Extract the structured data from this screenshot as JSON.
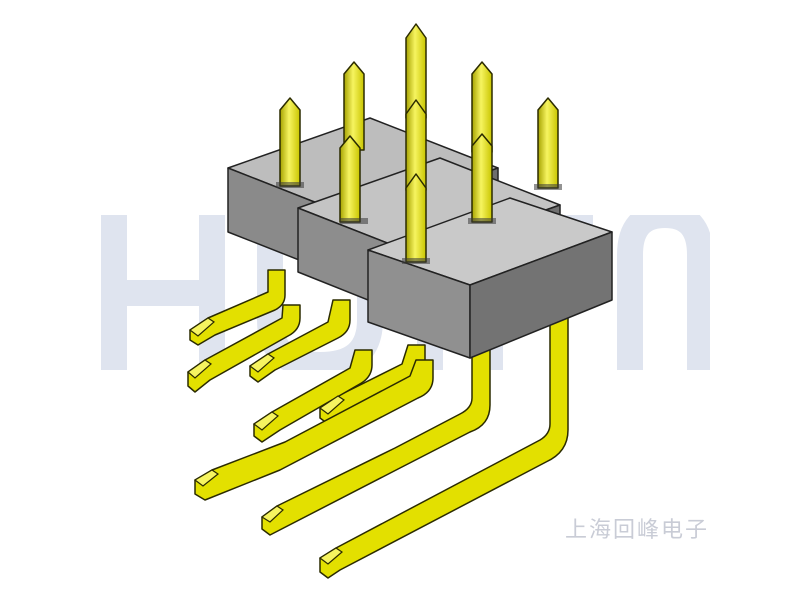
{
  "image": {
    "subject": "pin-header-connector",
    "watermark_text": "HUIFN",
    "caption": "上海回峰电子",
    "colors": {
      "pin_gold": "#e3e000",
      "pin_light": "#f6f460",
      "pin_dark": "#a6a200",
      "housing_top": "#bdbdbd",
      "housing_front": "#8a8a8a",
      "housing_side": "#6e6e6e",
      "watermark": "#dfe4ef",
      "caption": "#c9ccd6"
    }
  }
}
